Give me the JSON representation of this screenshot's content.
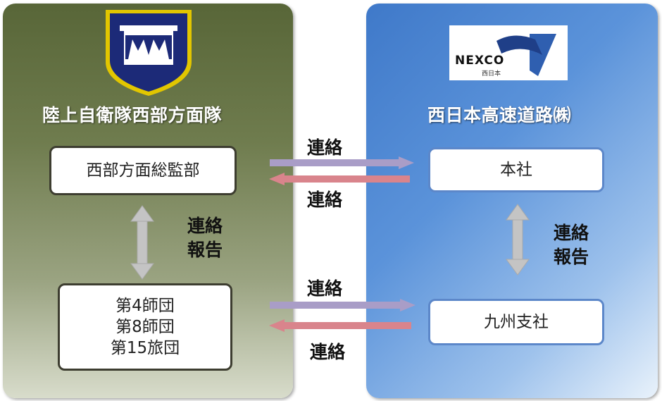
{
  "left_org": {
    "title": "陸上自衛隊西部方面隊",
    "hq": "西部方面総監部",
    "units": [
      "第4師団",
      "第8師団",
      "第15旅団"
    ]
  },
  "right_org": {
    "title": "西日本高速道路㈱",
    "logo_text": "NEXCO",
    "logo_sub": "西日本",
    "hq": "本社",
    "branch": "九州支社"
  },
  "labels": {
    "contact": "連絡",
    "contact_report_1": "連絡",
    "contact_report_2": "報告"
  },
  "colors": {
    "left_panel": "#586638",
    "right_panel": "#3f79c9",
    "arrow_to_right": "#a99dc7",
    "arrow_to_left": "#d9848c",
    "vertical_arrow": "#c4c4c4",
    "emblem_navy": "#1c2a78",
    "emblem_gold": "#e2c600"
  },
  "icons": [
    "jgsdf-western-army-emblem",
    "nexco-west-logo"
  ]
}
